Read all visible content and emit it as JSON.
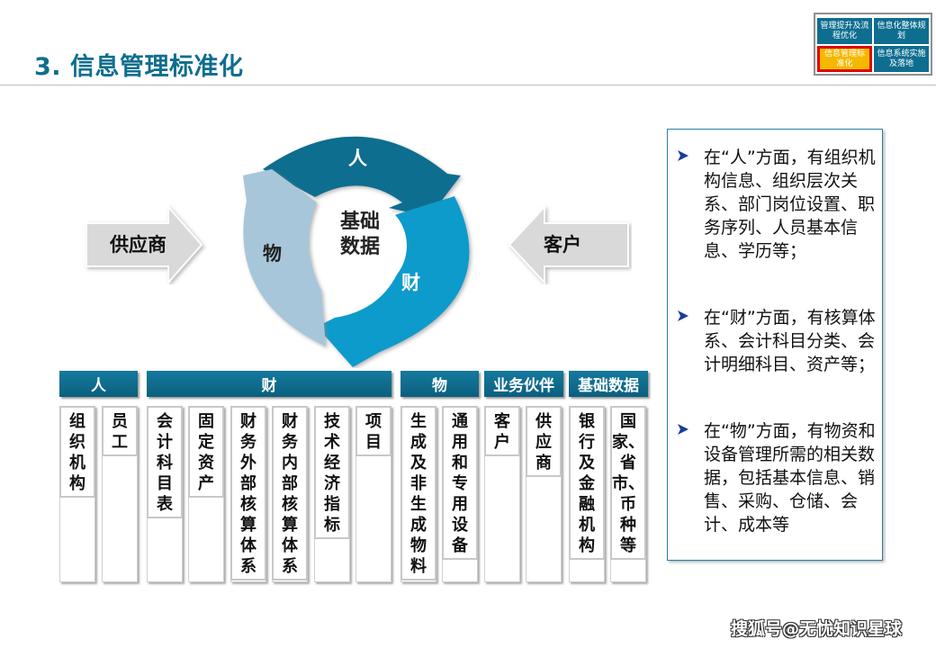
{
  "title": "3. 信息管理标准化",
  "nav": {
    "cells": [
      {
        "label": "管理提升及流程优化",
        "active": false
      },
      {
        "label": "信息化整体规划",
        "active": false
      },
      {
        "label": "信息管理标准化",
        "active": true
      },
      {
        "label": "信息系统实施及落地",
        "active": false
      }
    ]
  },
  "cycle": {
    "segments": [
      {
        "label": "人",
        "color": "#0e6e8f"
      },
      {
        "label": "财",
        "color": "#0a9bcc"
      },
      {
        "label": "物",
        "color": "#a8c6da"
      }
    ],
    "center_line1": "基础",
    "center_line2": "数据"
  },
  "arrows": {
    "left": {
      "label": "供应商",
      "direction": "right"
    },
    "right": {
      "label": "客户",
      "direction": "left"
    }
  },
  "panel": {
    "bullets": [
      "在“人”方面，有组织机构信息、组织层次关系、部门岗位设置、职务序列、人员基本信息、学历等；",
      "在“财”方面，有核算体系、会计科目分类、会计明细科目、资产等；",
      "在“物”方面，有物资和设备管理所需的相关数据，包括基本信息、销售、采购、仓储、会计、成本等"
    ],
    "bullet_icon": "arrow-bullet-icon",
    "accent": "#1a3c9c"
  },
  "categories": [
    {
      "label": "人",
      "items": [
        "组织机构",
        "员工"
      ]
    },
    {
      "label": "财",
      "items": [
        "会计科目表",
        "固定资产",
        "财务外部核算体系",
        "财务内部核算体系",
        "技术经济指标",
        "项目"
      ]
    },
    {
      "label": "物",
      "items": [
        "生成及非生成物料",
        "通用和专用设备"
      ]
    },
    {
      "label": "业务伙伴",
      "items": [
        "客户",
        "供应商"
      ]
    },
    {
      "label": "基础数据",
      "items": [
        "银行及金融机构",
        "国家、省市、币种等"
      ]
    }
  ],
  "watermark": "搜狐号@无忧知识星球",
  "colors": {
    "title": "#0e6e8f",
    "header": "#0e6e8f",
    "active_nav": "#f5b800",
    "active_border": "#e00000"
  }
}
